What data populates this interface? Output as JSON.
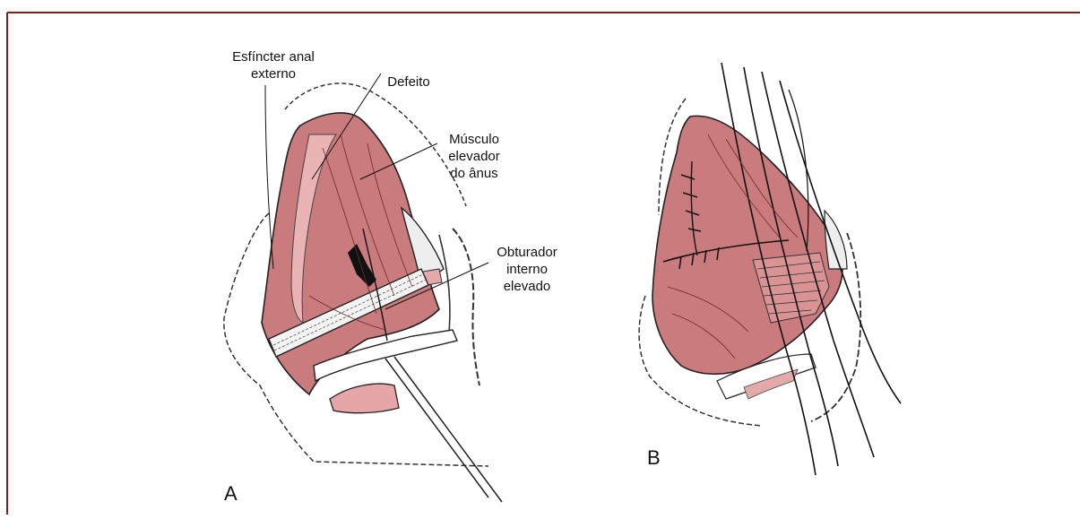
{
  "figure": {
    "frame_color": "#8b1a1a",
    "muscle_color": "#c97b7e",
    "muscle_light": "#e3a9ab",
    "panel_a": {
      "letter": "A",
      "labels": {
        "esfincter": [
          "Esfíncter anal",
          "externo"
        ],
        "defeito": "Defeito",
        "musculo": [
          "Músculo",
          "elevador",
          "do ânus"
        ],
        "obturador": [
          "Obturador",
          "interno",
          "elevado"
        ]
      }
    },
    "panel_b": {
      "letter": "B"
    }
  }
}
